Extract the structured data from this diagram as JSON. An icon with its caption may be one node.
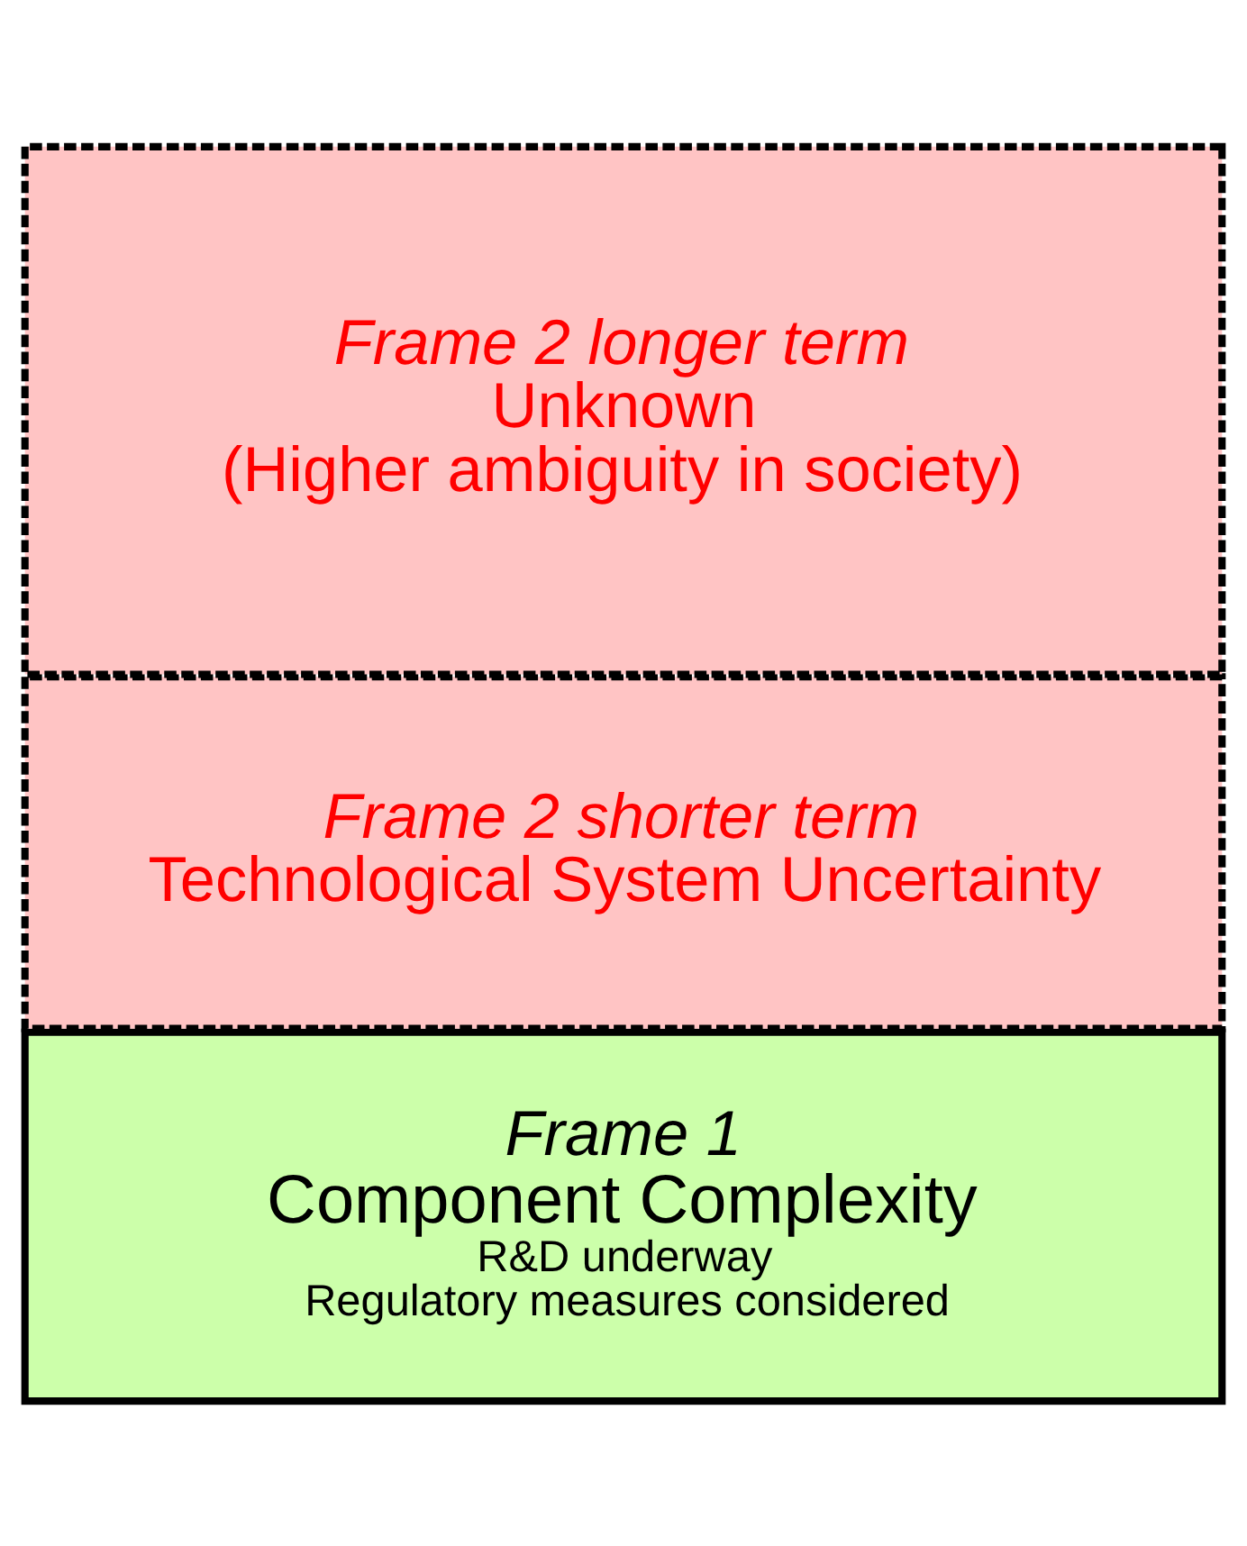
{
  "diagram": {
    "nodes": [
      {
        "text": [
          "Frame 2 longer term",
          "Unknown",
          "(Higher ambiguity in society)"
        ]
      },
      {
        "text": [
          "Frame 2 shorter term",
          "Technological System Uncertainty"
        ]
      },
      {
        "text": [
          "Frame 1",
          "Component Complexity",
          "R&D underway",
          "Regulatory measures considered"
        ]
      }
    ]
  }
}
